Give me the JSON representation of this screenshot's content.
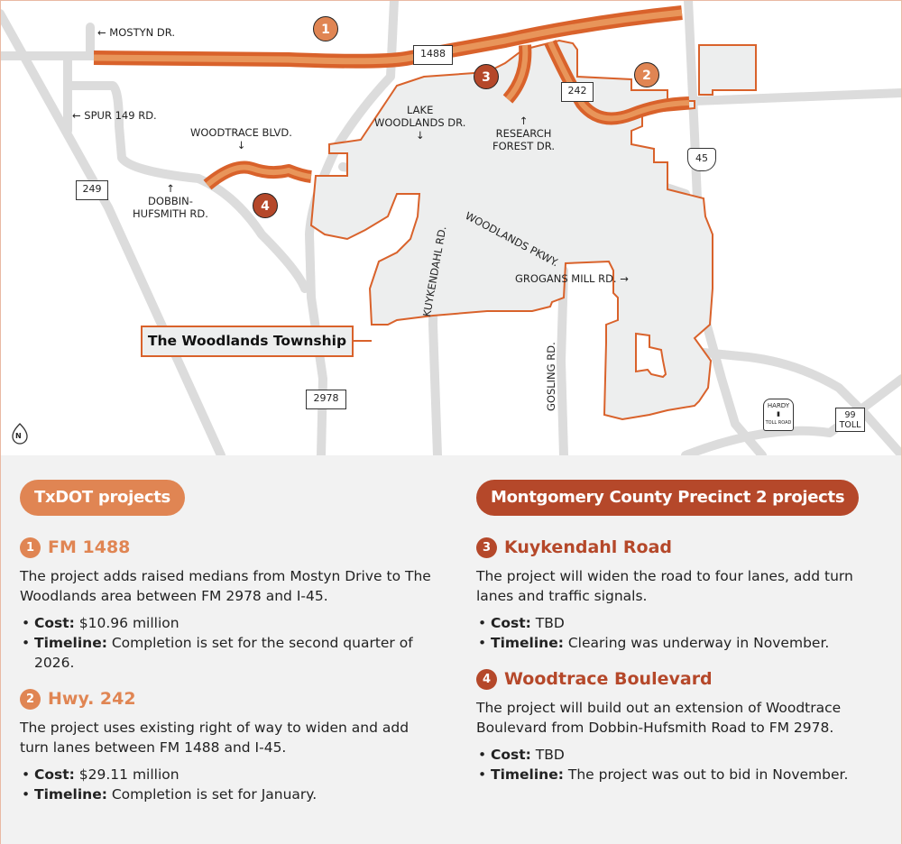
{
  "colors": {
    "txdot": "#e08553",
    "county": "#b5482a",
    "road": "#dcdcdc",
    "project_outer": "#d9622b",
    "project_inner": "#e8955a",
    "township_fill": "#edeeee"
  },
  "map": {
    "road_labels": {
      "mostyn": "MOSTYN DR.",
      "spur149": "SPUR 149 RD.",
      "woodtrace": "WOODTRACE BLVD.",
      "dobbin": "DOBBIN-\nHUFSMITH RD.",
      "lake_woodlands": "LAKE\nWOODLANDS DR.",
      "research_forest": "RESEARCH\nFOREST DR.",
      "woodlands_pkwy": "WOODLANDS PKWY.",
      "kuykendahl": "KUYKENDAHL RD.",
      "grogans": "GROGANS MILL RD.",
      "gosling": "GOSLING RD."
    },
    "shields": {
      "fm1488": "1488",
      "sh242": "242",
      "i45": "45",
      "sh249": "249",
      "fm2978": "2978",
      "hardy_top": "HARDY",
      "hardy_bottom": "TOLL ROAD",
      "sh99": "99",
      "sh99_toll": "TOLL"
    },
    "township_label": "The Woodlands Township",
    "north": "N",
    "pins": [
      "1",
      "2",
      "3",
      "4"
    ]
  },
  "txdot": {
    "title": "TxDOT projects",
    "projects": [
      {
        "num": "1",
        "name": "FM 1488",
        "desc": "The project adds raised medians from Mostyn Drive to The Woodlands area between FM 2978 and I-45.",
        "cost_label": "Cost:",
        "cost": " $10.96 million",
        "timeline_label": "Timeline:",
        "timeline": " Completion is set for the second quarter of 2026."
      },
      {
        "num": "2",
        "name": "Hwy. 242",
        "desc": "The project uses existing right of way to widen and add turn lanes between FM 1488 and I-45.",
        "cost_label": "Cost:",
        "cost": " $29.11 million",
        "timeline_label": "Timeline:",
        "timeline": " Completion is set for January."
      }
    ]
  },
  "county": {
    "title": "Montgomery County Precinct 2 projects",
    "projects": [
      {
        "num": "3",
        "name": "Kuykendahl Road",
        "desc": "The project will widen the road to four lanes, add turn lanes and traffic signals.",
        "cost_label": "Cost:",
        "cost": " TBD",
        "timeline_label": "Timeline:",
        "timeline": " Clearing was underway in November."
      },
      {
        "num": "4",
        "name": "Woodtrace Boulevard",
        "desc": "The project will build out an extension of Woodtrace Boulevard from Dobbin-Hufsmith Road to FM 2978.",
        "cost_label": "Cost:",
        "cost": " TBD",
        "timeline_label": "Timeline:",
        "timeline": " The project was out to bid in November."
      }
    ]
  }
}
